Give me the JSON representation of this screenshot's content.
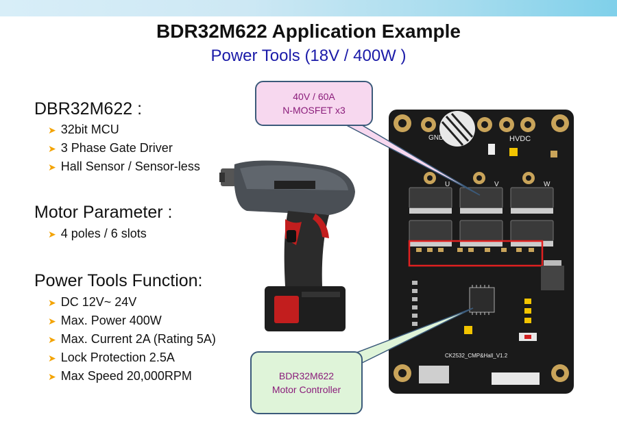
{
  "header": {
    "title": "BDR32M622 Application Example",
    "subtitle": "Power Tools (18V / 400W )"
  },
  "sections": [
    {
      "heading": "DBR32M622 :",
      "items": [
        "32bit MCU",
        "3 Phase Gate Driver",
        "Hall Sensor / Sensor-less"
      ]
    },
    {
      "heading": "Motor Parameter :",
      "items": [
        "4 poles / 6 slots"
      ]
    },
    {
      "heading": "Power Tools Function:",
      "items": [
        "DC 12V~ 24V",
        "Max. Power 400W",
        "Max. Current 2A (Rating 5A)",
        "Lock Protection 2.5A",
        "Max Speed 20,000RPM"
      ]
    }
  ],
  "callouts": {
    "mosfet": {
      "line1": "40V / 60A",
      "line2": "N-MOSFET x3"
    },
    "controller": {
      "line1": "BDR32M622",
      "line2": "Motor Controller"
    }
  },
  "pcb": {
    "gnd": "GND",
    "hvdc": "HVDC",
    "phase_u": "U",
    "phase_v": "V",
    "phase_w": "W",
    "board_id": "CK2532_CMP&Hall_V1.2"
  },
  "colors": {
    "topbar": "#7fd0ea",
    "subtitle": "#1a1aa8",
    "bullet_arrow": "#f3a300",
    "callout_top_fill": "#f7d8ef",
    "callout_bottom_fill": "#dff4d9",
    "callout_text": "#8a1c7a",
    "pcb_board": "#1a1a1a",
    "pcb_highlight": "#e02020"
  }
}
